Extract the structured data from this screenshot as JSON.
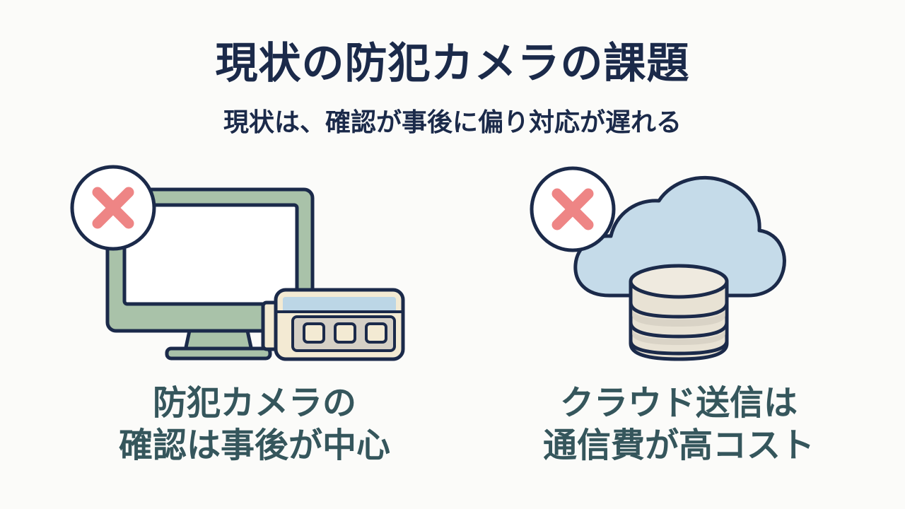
{
  "title": "現状の防犯カメラの課題",
  "subtitle": "現状は、確認が事後に偏り対応が遅れる",
  "panels": [
    {
      "icon": "monitor-with-recorder",
      "status_icon": "x-mark-icon",
      "caption_lines": [
        "防犯カメラの",
        "確認は事後が中心"
      ]
    },
    {
      "icon": "cloud-database",
      "status_icon": "x-mark-icon",
      "caption_lines": [
        "クラウド送信は",
        "通信費が高コスト"
      ]
    }
  ],
  "colors": {
    "title": "#1b2a4a",
    "caption": "#35565c",
    "outline": "#1b2a4a",
    "monitor_frame": "#a9c2a9",
    "screen": "#ffffff",
    "recorder_body": "#f3ead3",
    "recorder_panel": "#bcd6e6",
    "cloud": "#c5dbe9",
    "database": "#e8e2d4",
    "x_mark": "#ee8585",
    "background": "#fbfbf9"
  }
}
